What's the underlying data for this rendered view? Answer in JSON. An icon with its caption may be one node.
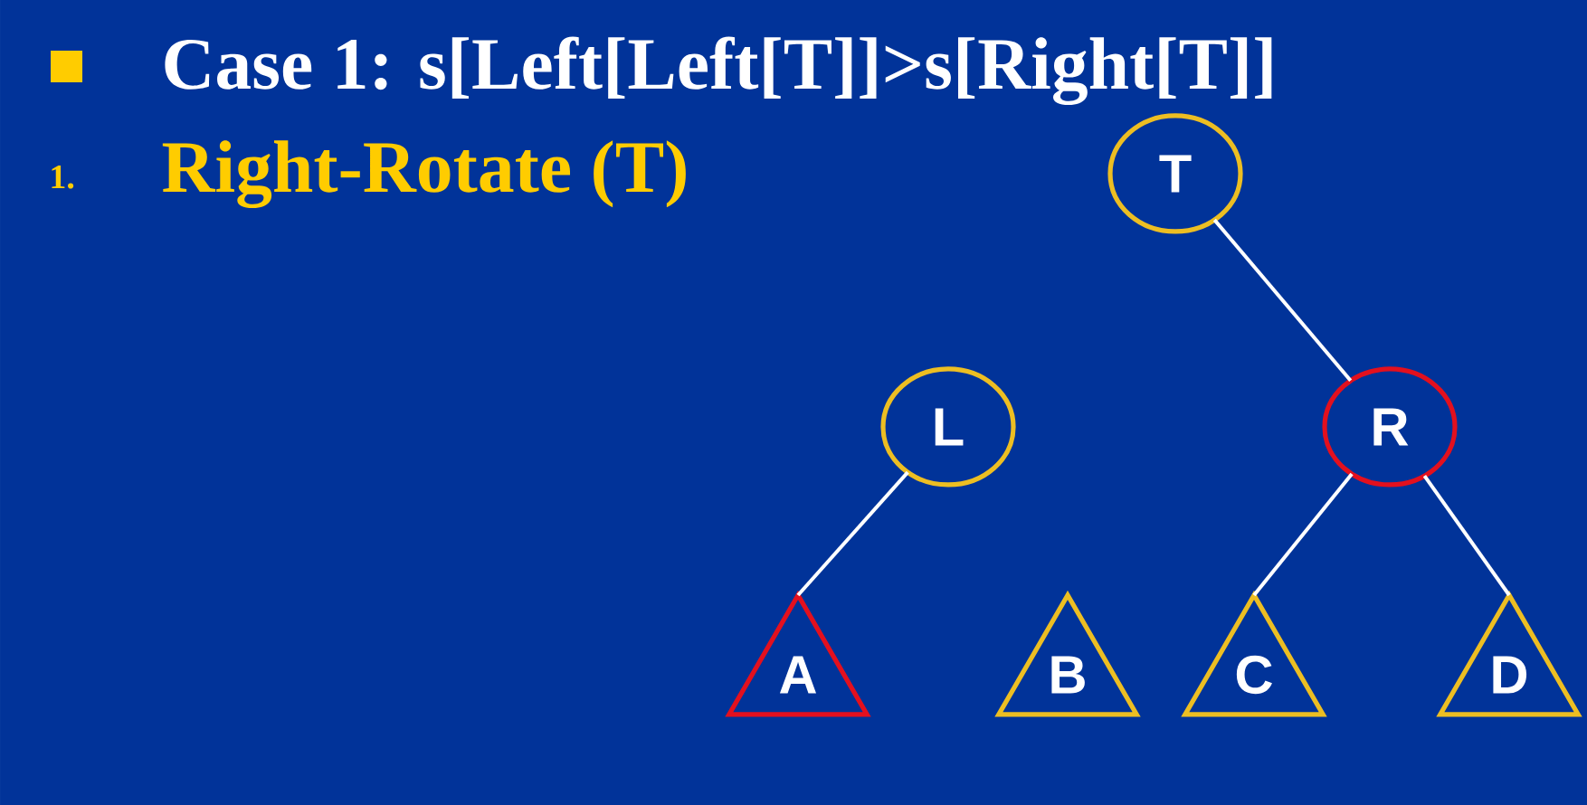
{
  "diagram": {
    "nodes": [
      {
        "text": [
          "T"
        ]
      },
      {
        "text": [
          "L"
        ]
      },
      {
        "text": [
          "R"
        ]
      },
      {
        "text": [
          "A"
        ]
      },
      {
        "text": [
          "B"
        ]
      },
      {
        "text": [
          "C"
        ]
      },
      {
        "text": [
          "D"
        ]
      }
    ],
    "edges": [
      {
        "from": 0,
        "to": 2,
        "arrow": "none"
      },
      {
        "from": 1,
        "to": 3,
        "arrow": "none"
      },
      {
        "from": 2,
        "to": 5,
        "arrow": "none"
      },
      {
        "from": 2,
        "to": 6,
        "arrow": "none"
      }
    ],
    "labels": [
      "Case 1: s[Left[Left[T]]>s[Right[T]]",
      "1.",
      "Right-Rotate (T)"
    ]
  }
}
